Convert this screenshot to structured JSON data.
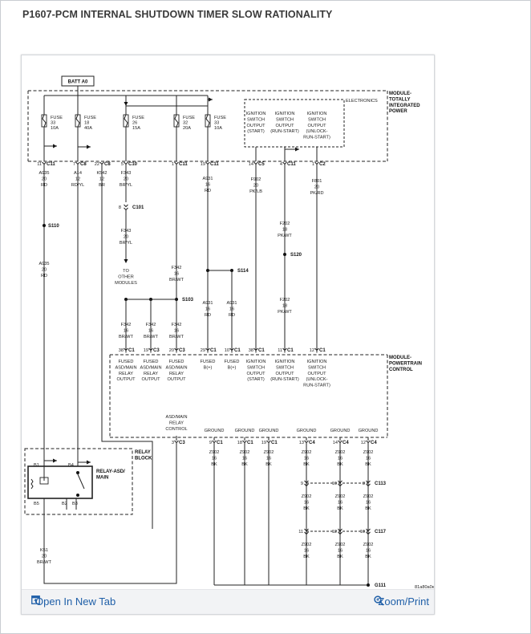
{
  "page": {
    "title": "P1607-PCM INTERNAL SHUTDOWN TIMER SLOW RATIONALITY"
  },
  "toolbar": {
    "open_label": "Open In New Tab",
    "zoom_label": "Zoom/Print",
    "open_icon": "open-in-new-tab-icon",
    "zoom_icon": "magnifier-icon"
  },
  "diagram": {
    "batt": "BATT A0",
    "module_tipm": [
      "MODULE-",
      "TOTALLY",
      "INTEGRATED",
      "POWER"
    ],
    "electronics": "ELECTRONICS",
    "fuses": [
      {
        "lines": [
          "FUSE",
          "33",
          "10A"
        ]
      },
      {
        "lines": [
          "FUSE",
          "18",
          "40A"
        ]
      },
      {
        "lines": [
          "FUSE",
          "26",
          "15A"
        ]
      },
      {
        "lines": [
          "FUSE",
          "32",
          "20A"
        ]
      },
      {
        "lines": [
          "FUSE",
          "33",
          "10A"
        ]
      }
    ],
    "ign_outputs": [
      [
        "IGNITION",
        "SWITCH",
        "OUTPUT",
        "(START)"
      ],
      [
        "IGNITION",
        "SWITCH",
        "OUTPUT",
        "(RUN-START)"
      ],
      [
        "IGNITION",
        "SWITCH",
        "OUTPUT",
        "(UNLOCK-",
        "RUN-START)"
      ]
    ],
    "tipm_connectors": [
      {
        "pin": "11",
        "conn": "C11"
      },
      {
        "pin": "7",
        "conn": "C8"
      },
      {
        "pin": "22",
        "conn": "C8"
      },
      {
        "pin": "5",
        "conn": "C10"
      },
      {
        "pin": "1",
        "conn": "C11"
      },
      {
        "pin": "19",
        "conn": "C11"
      },
      {
        "pin": "14",
        "conn": "C5"
      },
      {
        "pin": "4",
        "conn": "C11"
      },
      {
        "pin": "1",
        "conn": "C2"
      }
    ],
    "wires": {
      "a935_top": [
        "A935",
        "20",
        "RD"
      ],
      "a14": [
        "A14",
        "12",
        "RD/YL"
      ],
      "k542": [
        "K542",
        "12",
        "BR"
      ],
      "f343_top": [
        "F343",
        "20",
        "BR/YL"
      ],
      "a931_top": [
        "A931",
        "16",
        "RD"
      ],
      "f902": [
        "F902",
        "20",
        "PK/LB"
      ],
      "f801": [
        "F801",
        "20",
        "PK/RD"
      ],
      "f343_mid": [
        "F343",
        "20",
        "BR/YL"
      ],
      "a935_mid": [
        "A935",
        "20",
        "RD"
      ],
      "f342_top": [
        "F342",
        "16",
        "BR/WT"
      ],
      "f202_top": [
        "F202",
        "18",
        "PK/WT"
      ],
      "f342_a": [
        "F342",
        "16",
        "BR/WT"
      ],
      "f342_b": [
        "F342",
        "16",
        "BR/WT"
      ],
      "f342_c": [
        "F342",
        "16",
        "BR/WT"
      ],
      "a931_a": [
        "A931",
        "16",
        "RD"
      ],
      "a931_b": [
        "A931",
        "16",
        "RD"
      ],
      "f202_bot": [
        "F202",
        "18",
        "PK/WT"
      ],
      "k51": [
        "K51",
        "20",
        "BR/WT"
      ]
    },
    "splices": {
      "s110": "S110",
      "s114": "S114",
      "s120": "S120",
      "s103": "S103",
      "c101": "C101",
      "c113": "C113",
      "c117": "C117",
      "g111": "G111"
    },
    "c101_pin": "8",
    "to_other": [
      "TO",
      "OTHER",
      "MODULES"
    ],
    "module_pcm": [
      "MODULE-",
      "POWERTRAIN",
      "CONTROL"
    ],
    "pcm_connectors": [
      {
        "pin": "38",
        "conn": "C1"
      },
      {
        "pin": "19",
        "conn": "C3"
      },
      {
        "pin": "20",
        "conn": "C3"
      },
      {
        "pin": "29",
        "conn": "C1"
      },
      {
        "pin": "10",
        "conn": "C1"
      },
      {
        "pin": "38",
        "conn": "C1"
      },
      {
        "pin": "11",
        "conn": "C1"
      },
      {
        "pin": "12",
        "conn": "C1"
      }
    ],
    "pcm_inputs": [
      [
        "FUSED",
        "ASD/MAIN",
        "RELAY",
        "OUTPUT"
      ],
      [
        "FUSED",
        "ASD/MAIN",
        "RELAY",
        "OUTPUT"
      ],
      [
        "FUSED",
        "ASD/MAIN",
        "RELAY",
        "OUTPUT"
      ],
      [
        "FUSED",
        "B(+)"
      ],
      [
        "FUSED",
        "B(+)"
      ],
      [
        "IGNITION",
        "SWITCH",
        "OUTPUT",
        "(START)"
      ],
      [
        "IGNITION",
        "SWITCH",
        "OUTPUT",
        "(RUN-START)"
      ],
      [
        "IGNITION",
        "SWITCH",
        "OUTPUT",
        "(UNLOCK-",
        "RUN-START)"
      ]
    ],
    "asd_control": [
      "ASD/MAIN",
      "RELAY",
      "CONTROL"
    ],
    "asd_pin": {
      "pin": "3",
      "conn": "C3"
    },
    "ground": "GROUND",
    "ground_pins": [
      {
        "pin": "9",
        "conn": "C1"
      },
      {
        "pin": "18",
        "conn": "C1"
      },
      {
        "pin": "19",
        "conn": "C1"
      },
      {
        "pin": "13",
        "conn": "C4"
      },
      {
        "pin": "14",
        "conn": "C4"
      },
      {
        "pin": "12",
        "conn": "C4"
      }
    ],
    "z902": [
      "Z902",
      "16",
      "BK"
    ],
    "c113_pins": [
      "9",
      "10",
      "8"
    ],
    "c117_pins": [
      "11",
      "12",
      "10"
    ],
    "relay_block": [
      "RELAY",
      "BLOCK"
    ],
    "relay_name": [
      "RELAY-ASD/",
      "MAIN"
    ],
    "relay_pins": [
      "B1",
      "B4",
      "B5",
      "B2",
      "B3"
    ],
    "figure_id": "81a80a0e"
  }
}
